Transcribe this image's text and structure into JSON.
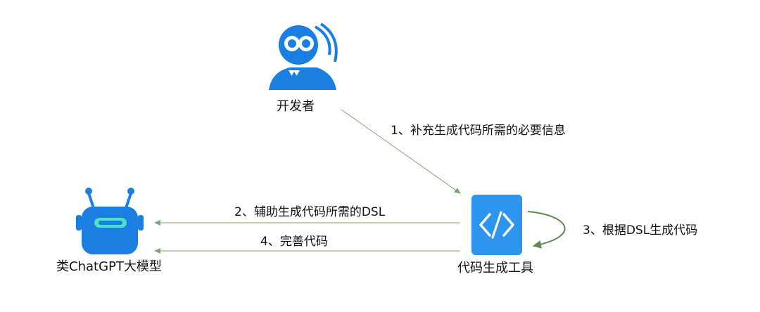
{
  "nodes": {
    "developer": {
      "label": "开发者",
      "icon": "developer-avatar-icon"
    },
    "llm": {
      "label": "类ChatGPT大模型",
      "icon": "robot-icon"
    },
    "codegen": {
      "label": "代码生成工具",
      "icon": "code-brackets-icon"
    }
  },
  "edges": {
    "step1": "1、补充生成代码所需的必要信息",
    "step2": "2、辅助生成代码所需的DSL",
    "step3": "3、根据DSL生成代码",
    "step4": "4、完善代码"
  },
  "colors": {
    "primary_blue": "#1a7fe0",
    "codegen_blue": "#2e95ef",
    "robot_visor": "#4fe0c8",
    "arrow_green": "#7aa66a",
    "loop_arrow": "#5f8a55"
  }
}
